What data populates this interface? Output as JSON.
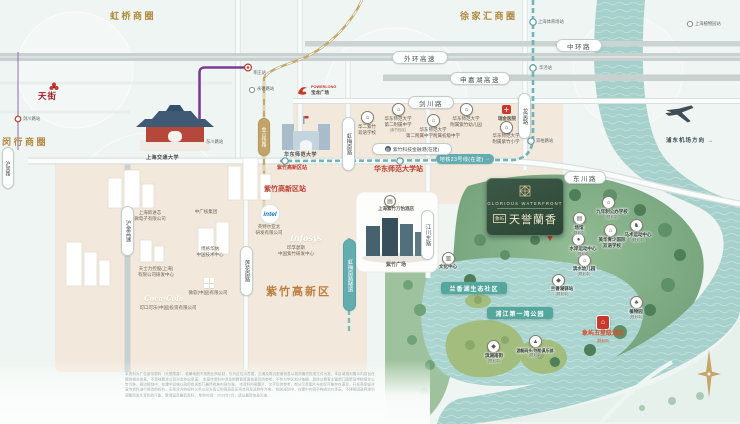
{
  "business_circles": {
    "hongqiao": "虹桥商圈",
    "xujiahui": "徐家汇商圈",
    "minhang": "闵行商圈"
  },
  "roads": {
    "zhonghuan": "中环路",
    "waihuan": "外环高速",
    "shenjiahu": "申嘉湖高速",
    "jianchuan": "剑川路",
    "dongchuan": "东川路",
    "longwu": "龙吴路",
    "hongmei": "虹梅南路",
    "hongmei_tunnel": "虹梅南路隧道",
    "lianhua": "莲花南路",
    "jiangchuan_e": "江川东路",
    "hujin": "沪金高速",
    "humin": "沪闵路",
    "jinshan_rail": "金山铁路"
  },
  "metro": {
    "line23_label": "地铁23号线(在建)",
    "arrow": "→"
  },
  "stations": {
    "xinzhuang": "莘庄站",
    "dongchuanlu": "东川路站",
    "jianchuanlu": "剑川路站",
    "yongdelu": "永德路站",
    "shanghai_stadium": "上海体育场站",
    "huajing": "华泾站",
    "shuangbailu": "双柏路站",
    "botanic": "上海植物园站",
    "ecnu": "华东师范大学站",
    "zizhu": "紫竹高新区站"
  },
  "campus": {
    "sjtu": "上海交通大学",
    "ecnu": "华东师范大学"
  },
  "finance": {
    "label": "紫竹科技金融港(在建)"
  },
  "plaza": {
    "hotel": "上海紫竹万怡酒店",
    "name": "紫竹广场"
  },
  "hospital": {
    "name": "瑞金医院"
  },
  "zizhu_title": "紫竹高新区",
  "brands": {
    "tianjie": "天街",
    "powerlong_en": "POWERLONG",
    "powerlong": "宝龙广场",
    "intel": "intel",
    "intel_l1": "英特尔亚太",
    "intel_l2": "研发有限公司",
    "infosys": "Infosys",
    "infosys_l1": "印孚瑟斯",
    "infosys_l2": "中国紫竹研发中心",
    "microsoft": "微软(中国)有限公司",
    "cocacola_logo": "Coca-Cola",
    "cocacola": "可口可乐(中国)投资有限公司",
    "cgn": "中广核集团",
    "xjx_l1": "上海新进芯",
    "xjx_l2": "微电子有限公司",
    "bw_l1": "博格华纳",
    "bw_l2": "中国技术中心",
    "tasly_l1": "天士力控股(上海)",
    "tasly_l2": "有限公司研发中心"
  },
  "schools": {
    "s1": [
      "华二紫竹",
      "双语学校"
    ],
    "s2": [
      "华东师范大学",
      "第二附属中学",
      "(紫竹校区)"
    ],
    "s3": [
      "华东师范大学",
      "第二附属中学附属初级中学"
    ],
    "s4": [
      "华东师范大学",
      "附属紫竹幼儿园"
    ],
    "s5": [
      "华东师范大学",
      "附属紫竹小学"
    ]
  },
  "lake": {
    "community": "兰香湖生态社区",
    "park": "浦江第一湾公园"
  },
  "planned": {
    "p1": [
      "场馆",
      "(规划中)"
    ],
    "p2": [
      "九年制公办学校",
      "(规划中)"
    ],
    "p3": [
      "马术运动中心",
      "(规划中)"
    ],
    "p4": [
      "美华青少国际",
      "双语学校"
    ],
    "p5": [
      "水岸运动中心",
      "(规划中)"
    ],
    "p6": [
      "滨水幼儿园",
      "(规划中)"
    ],
    "p7": [
      "文化中心",
      ""
    ],
    "p8": [
      "兰香湖驿站",
      "(规划中)"
    ],
    "p9": [
      "植物园",
      "(规划中)"
    ],
    "p10": [
      "象屿五星级酒店",
      "(规划中)"
    ],
    "p11": [
      "滨湖南街",
      "(规划中)"
    ],
    "p12": [
      "游艇码头/划船俱乐部",
      "(规划中)"
    ]
  },
  "project": {
    "en": "GLORIOUS WATERFRONT",
    "brand": "象屿",
    "name": "天誉蘭香"
  },
  "airport": {
    "label": "浦东机场方向",
    "arrow": "→"
  },
  "icons": {
    "school": "⌂",
    "building": "▤",
    "bank": "▥",
    "horse": "♞",
    "plant": "♣",
    "flag": "◆",
    "boat": "▲",
    "sport": "●",
    "culture": "▥",
    "cross": "＋",
    "hotel": "▤",
    "house": "⌂"
  },
  "disclaimer": {
    "l1": "本资料为广告宣传物料（天誉蘭香），临摹地图不按照比例绘制，仅为区位示意图，交通及周边配套信息以政府最终批准文件为准。本区域规划展示内容旨在提供相关信息，不意味着本公司对此作出承诺。",
    "l2": "本宣传资料中涉及的教育资源信息仅供参考，不作为学区划分依据，具体以教育主管部门政策及学校招生公告为准。周边规划中、在建中设施以政府有关部门最终批准内容为准。",
    "l3": "本资料所载图片、文字仅供参考，部分示意图片与实际可能存在差异，开发商保留对宣传资料进行修改的权利。买卖双方的权利义务以双方签订的商品房买卖合同及其附件为准。",
    "l4": "相关规划中、在建中内容不构成交付承诺，不排除因政府规划调整而发生变化的可能，敬请留意最新资料。",
    "l5": "制作时间：2023年7月，请以最新信息为准。"
  }
}
